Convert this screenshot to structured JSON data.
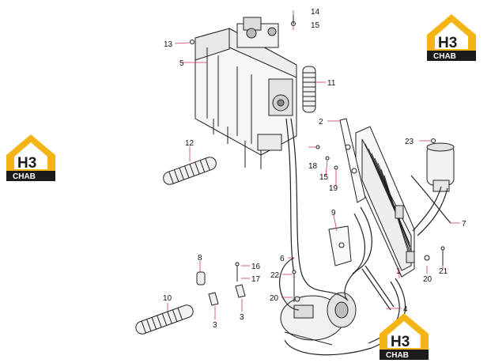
{
  "diagram": {
    "callouts": [
      {
        "id": "c1",
        "label": "1"
      },
      {
        "id": "c2",
        "label": "2"
      },
      {
        "id": "c3a",
        "label": "3"
      },
      {
        "id": "c3b",
        "label": "3"
      },
      {
        "id": "c4",
        "label": "4"
      },
      {
        "id": "c5",
        "label": "5"
      },
      {
        "id": "c6",
        "label": "6"
      },
      {
        "id": "c7",
        "label": "7"
      },
      {
        "id": "c8",
        "label": "8"
      },
      {
        "id": "c9",
        "label": "9"
      },
      {
        "id": "c10",
        "label": "10"
      },
      {
        "id": "c11",
        "label": "11"
      },
      {
        "id": "c12",
        "label": "12"
      },
      {
        "id": "c13",
        "label": "13"
      },
      {
        "id": "c14",
        "label": "14"
      },
      {
        "id": "c15a",
        "label": "15"
      },
      {
        "id": "c15b",
        "label": "15"
      },
      {
        "id": "c16",
        "label": "16"
      },
      {
        "id": "c17",
        "label": "17"
      },
      {
        "id": "c18",
        "label": "18"
      },
      {
        "id": "c19",
        "label": "19"
      },
      {
        "id": "c20a",
        "label": "20"
      },
      {
        "id": "c20b",
        "label": "20"
      },
      {
        "id": "c21",
        "label": "21"
      },
      {
        "id": "c22",
        "label": "22"
      },
      {
        "id": "c23",
        "label": "23"
      }
    ]
  },
  "logos": [
    {
      "mark": "H3",
      "caption": "CHAB"
    },
    {
      "mark": "H3",
      "caption": "CHAB"
    },
    {
      "mark": "H3",
      "caption": "CHAB"
    }
  ],
  "colors": {
    "line": "#222222",
    "callout": "#d0306a",
    "logo_yellow": "#f3b416",
    "logo_dark": "#1b1b1b"
  }
}
